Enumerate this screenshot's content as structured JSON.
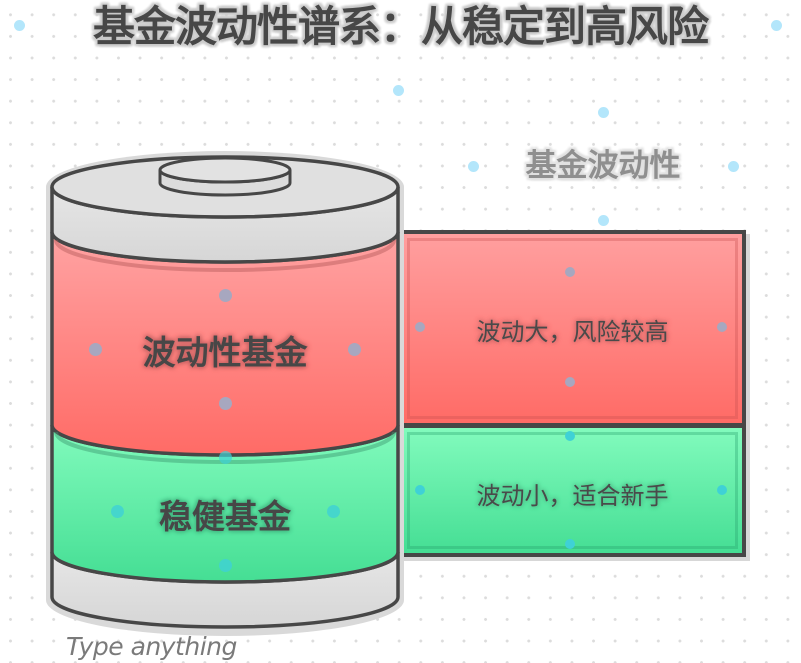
{
  "title": "基金波动性谱系：从稳定到高风险",
  "subtitle": "基金波动性",
  "cylinder": {
    "layers": [
      {
        "label": "波动性基金",
        "color_top": "#ff9f9f",
        "color_bottom": "#ff6b66"
      },
      {
        "label": "稳健基金",
        "color_top": "#82fbbd",
        "color_bottom": "#45de94"
      }
    ],
    "cap_color": "#dedede"
  },
  "boxes": [
    {
      "label": "波动大，风险较高",
      "color": "#ff8585"
    },
    {
      "label": "波动小，适合新手",
      "color": "#62ecaa"
    }
  ],
  "canvas": {
    "placeholder": "Type anything",
    "selection_handle_color": "#b3e6fb",
    "outline_color": "#474747"
  }
}
